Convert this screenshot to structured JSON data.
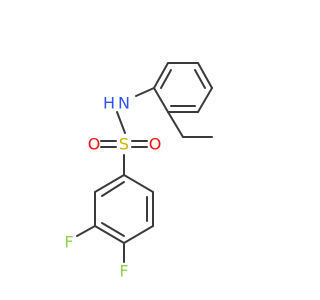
{
  "molecule": {
    "atoms": {
      "N": {
        "symbol": "N",
        "color": "#3050f8"
      },
      "H": {
        "symbol": "H",
        "color": "#3050f8"
      },
      "S": {
        "symbol": "S",
        "color": "#c8b400"
      },
      "O1": {
        "symbol": "O",
        "color": "#ff0d0d"
      },
      "O2": {
        "symbol": "O",
        "color": "#ff0d0d"
      },
      "F1": {
        "symbol": "F",
        "color": "#90d050"
      },
      "F2": {
        "symbol": "F",
        "color": "#90d050"
      }
    },
    "bond_color": "#3a3a3a"
  }
}
